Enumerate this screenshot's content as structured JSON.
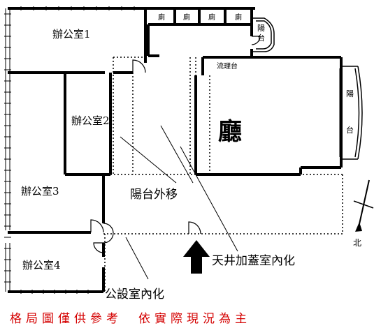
{
  "rooms": {
    "office1": "辦公室1",
    "office2": "辦公室2",
    "office3": "辦公室3",
    "office4": "辦公室4",
    "hall": "廳",
    "pantry": "流理台",
    "toilet": "廁",
    "balcony_top": "陽台",
    "balcony_right": "陽台"
  },
  "annotations": {
    "balcony_move": "陽台外移",
    "atrium_enclosed": "天井加蓋室內化",
    "common_enclosed": "公設室內化",
    "north": "北"
  },
  "disclaimer": "格局圖僅供參考　依實際現況為主",
  "colors": {
    "disclaimer": "#d40000",
    "lines": "#000000"
  }
}
